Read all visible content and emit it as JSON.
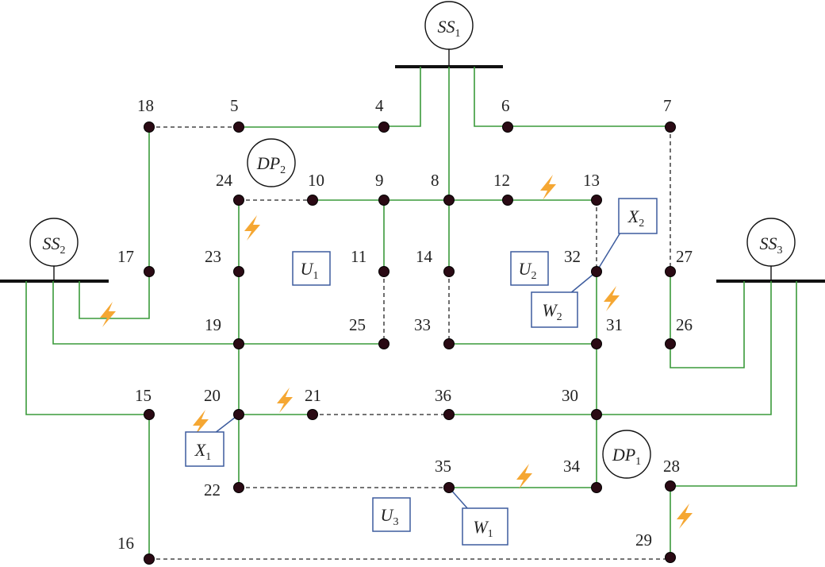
{
  "nodes": [
    "4",
    "5",
    "6",
    "7",
    "8",
    "9",
    "10",
    "11",
    "12",
    "13",
    "14",
    "15",
    "16",
    "17",
    "18",
    "19",
    "20",
    "21",
    "22",
    "23",
    "24",
    "25",
    "26",
    "27",
    "28",
    "29",
    "30",
    "31",
    "32",
    "33",
    "34",
    "35",
    "36"
  ],
  "substations": [
    {
      "id": "SS1",
      "main": "SS",
      "sub": "1"
    },
    {
      "id": "SS2",
      "main": "SS",
      "sub": "2"
    },
    {
      "id": "SS3",
      "main": "SS",
      "sub": "3"
    }
  ],
  "dps": [
    {
      "id": "DP2",
      "main": "DP",
      "sub": "2"
    },
    {
      "id": "DP1",
      "main": "DP",
      "sub": "1"
    }
  ],
  "boxes": [
    {
      "id": "U1",
      "main": "U",
      "sub": "1"
    },
    {
      "id": "U2",
      "main": "U",
      "sub": "2"
    },
    {
      "id": "U3",
      "main": "U",
      "sub": "3"
    },
    {
      "id": "X1",
      "main": "X",
      "sub": "1"
    },
    {
      "id": "X2",
      "main": "X",
      "sub": "2"
    },
    {
      "id": "W1",
      "main": "W",
      "sub": "1"
    },
    {
      "id": "W2",
      "main": "W",
      "sub": "2"
    }
  ],
  "icons": {
    "fault": "lightning-bolt-icon"
  },
  "colors": {
    "closed_line": "#3a9a3a",
    "open_line": "#222222",
    "node": "#2a0a14",
    "box_border": "#3d5c9e",
    "fault": "#f5a733"
  }
}
